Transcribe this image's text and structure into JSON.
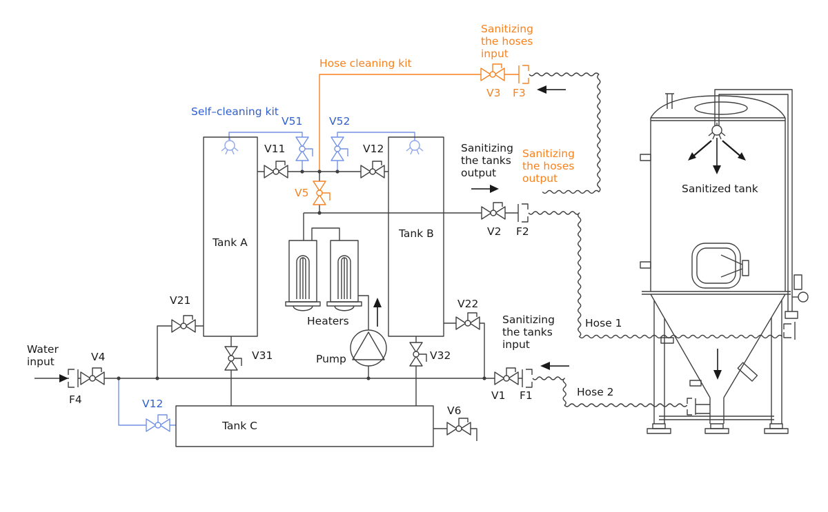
{
  "diagram_type": "piping-schematic",
  "colors": {
    "line": "#3f3f3f",
    "text": "#1a1a1a",
    "orange": "#f5821f",
    "blue_label": "#2e5fcc",
    "blue_line": "#7191e6",
    "spray_blue": "#8fa5ec",
    "background": "#ffffff"
  },
  "labels": {
    "water_input": [
      "Water",
      "input"
    ],
    "hose_cleaning_kit": "Hose cleaning kit",
    "self_cleaning_kit": "Self–cleaning kit",
    "sanitizing_hoses_input": [
      "Sanitizing",
      "the hoses",
      "input"
    ],
    "sanitizing_hoses_output": [
      "Sanitizing",
      "the hoses",
      "output"
    ],
    "sanitizing_tanks_output": [
      "Sanitizing",
      "the tanks",
      "output"
    ],
    "sanitizing_tanks_input": [
      "Sanitizing",
      "the tanks",
      "input"
    ],
    "tank_a": "Tank A",
    "tank_b": "Tank B",
    "tank_c": "Tank C",
    "heaters": "Heaters",
    "pump": "Pump",
    "sanitized_tank": "Sanitized tank",
    "hose_1": "Hose 1",
    "hose_2": "Hose 2"
  },
  "valves": {
    "v1": "V1",
    "v2": "V2",
    "v3": "V3",
    "v4": "V4",
    "v5": "V5",
    "v6": "V6",
    "v11": "V11",
    "v12_top": "V12",
    "v12_blue": "V12",
    "v21": "V21",
    "v22": "V22",
    "v31": "V31",
    "v32": "V32",
    "v51": "V51",
    "v52": "V52"
  },
  "fittings": {
    "f1": "F1",
    "f2": "F2",
    "f3": "F3",
    "f4": "F4"
  }
}
